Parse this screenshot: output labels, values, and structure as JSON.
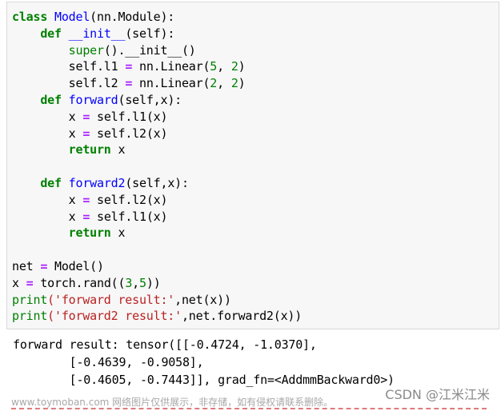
{
  "code_cell": {
    "lines": [
      {
        "tokens": [
          {
            "t": "class",
            "c": "kw"
          },
          {
            "t": " ",
            "c": ""
          },
          {
            "t": "Model",
            "c": "def"
          },
          {
            "t": "(nn.Module):",
            "c": ""
          }
        ]
      },
      {
        "indent": "    ",
        "tokens": [
          {
            "t": "def",
            "c": "kw"
          },
          {
            "t": " ",
            "c": ""
          },
          {
            "t": "__init__",
            "c": "def"
          },
          {
            "t": "(self):",
            "c": ""
          }
        ]
      },
      {
        "indent": "        ",
        "tokens": [
          {
            "t": "super",
            "c": "bi"
          },
          {
            "t": "().__init__()",
            "c": ""
          }
        ]
      },
      {
        "indent": "        ",
        "tokens": [
          {
            "t": "self.l1 ",
            "c": ""
          },
          {
            "t": "=",
            "c": "op"
          },
          {
            "t": " nn.Linear(",
            "c": ""
          },
          {
            "t": "5",
            "c": "num"
          },
          {
            "t": ", ",
            "c": ""
          },
          {
            "t": "2",
            "c": "num"
          },
          {
            "t": ")",
            "c": ""
          }
        ]
      },
      {
        "indent": "        ",
        "tokens": [
          {
            "t": "self.l2 ",
            "c": ""
          },
          {
            "t": "=",
            "c": "op"
          },
          {
            "t": " nn.Linear(",
            "c": ""
          },
          {
            "t": "2",
            "c": "num"
          },
          {
            "t": ", ",
            "c": ""
          },
          {
            "t": "2",
            "c": "num"
          },
          {
            "t": ")",
            "c": ""
          }
        ]
      },
      {
        "indent": "    ",
        "tokens": [
          {
            "t": "def",
            "c": "kw"
          },
          {
            "t": " ",
            "c": ""
          },
          {
            "t": "forward",
            "c": "def"
          },
          {
            "t": "(self,x):",
            "c": ""
          }
        ]
      },
      {
        "indent": "        ",
        "tokens": [
          {
            "t": "x ",
            "c": ""
          },
          {
            "t": "=",
            "c": "op"
          },
          {
            "t": " self.l1(x)",
            "c": ""
          }
        ]
      },
      {
        "indent": "        ",
        "tokens": [
          {
            "t": "x ",
            "c": ""
          },
          {
            "t": "=",
            "c": "op"
          },
          {
            "t": " self.l2(x)",
            "c": ""
          }
        ]
      },
      {
        "indent": "        ",
        "tokens": [
          {
            "t": "return",
            "c": "kw"
          },
          {
            "t": " x",
            "c": ""
          }
        ]
      },
      {
        "tokens": []
      },
      {
        "indent": "    ",
        "tokens": [
          {
            "t": "def",
            "c": "kw"
          },
          {
            "t": " ",
            "c": ""
          },
          {
            "t": "forward2",
            "c": "def"
          },
          {
            "t": "(self,x):",
            "c": ""
          }
        ]
      },
      {
        "indent": "        ",
        "tokens": [
          {
            "t": "x ",
            "c": ""
          },
          {
            "t": "=",
            "c": "op"
          },
          {
            "t": " self.l2(x)",
            "c": ""
          }
        ]
      },
      {
        "indent": "        ",
        "tokens": [
          {
            "t": "x ",
            "c": ""
          },
          {
            "t": "=",
            "c": "op"
          },
          {
            "t": " self.l1(x)",
            "c": ""
          }
        ]
      },
      {
        "indent": "        ",
        "tokens": [
          {
            "t": "return",
            "c": "kw"
          },
          {
            "t": " x",
            "c": ""
          }
        ]
      },
      {
        "tokens": []
      },
      {
        "tokens": [
          {
            "t": "net ",
            "c": ""
          },
          {
            "t": "=",
            "c": "op"
          },
          {
            "t": " Model()",
            "c": ""
          }
        ]
      },
      {
        "tokens": [
          {
            "t": "x ",
            "c": ""
          },
          {
            "t": "=",
            "c": "op"
          },
          {
            "t": " torch.rand((",
            "c": ""
          },
          {
            "t": "3",
            "c": "num"
          },
          {
            "t": ",",
            "c": ""
          },
          {
            "t": "5",
            "c": "num"
          },
          {
            "t": "))",
            "c": ""
          }
        ]
      },
      {
        "tokens": [
          {
            "t": "print",
            "c": "bi"
          },
          {
            "t": "('forward result:'",
            "c": "str"
          },
          {
            "t": ",net(x))",
            "c": ""
          }
        ]
      },
      {
        "tokens": [
          {
            "t": "print",
            "c": "bi"
          },
          {
            "t": "('forward2 result:'",
            "c": "str"
          },
          {
            "t": ",net.forward2(x))",
            "c": ""
          }
        ]
      }
    ]
  },
  "output": {
    "lines": [
      "forward result: tensor([[-0.4724, -1.0370],",
      "        [-0.4639, -0.9058],",
      "        [-0.4605, -0.7443]], grad_fn=<AddmmBackward0>)"
    ]
  },
  "watermark": {
    "left_text": "www.toymoban.com 网络图片仅供展示，非存储，如有侵权请联系删除。",
    "right_text": "CSDN @江米江米"
  },
  "colors": {
    "keyword": "#008000",
    "function_name": "#0000ff",
    "string": "#ba2121",
    "number": "#008000",
    "cell_background": "#f7f7f7"
  }
}
